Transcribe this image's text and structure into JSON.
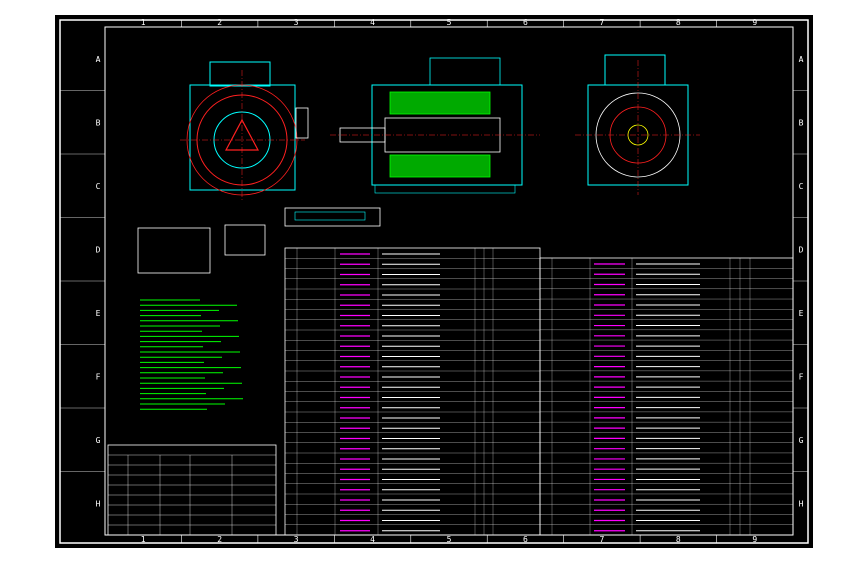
{
  "colors": {
    "background": "#000000",
    "frame": "#ffffff",
    "outline_cyan": "#00ffff",
    "winding_green": "#00ff00",
    "circle_red": "#ff2020",
    "magenta": "#ff00ff",
    "yellow": "#ffff00",
    "page": "#ffffff"
  },
  "border": {
    "columns": [
      "1",
      "2",
      "3",
      "4",
      "5",
      "6",
      "7",
      "8",
      "9"
    ],
    "rows": [
      "A",
      "B",
      "C",
      "D",
      "E",
      "F",
      "G",
      "H"
    ]
  }
}
